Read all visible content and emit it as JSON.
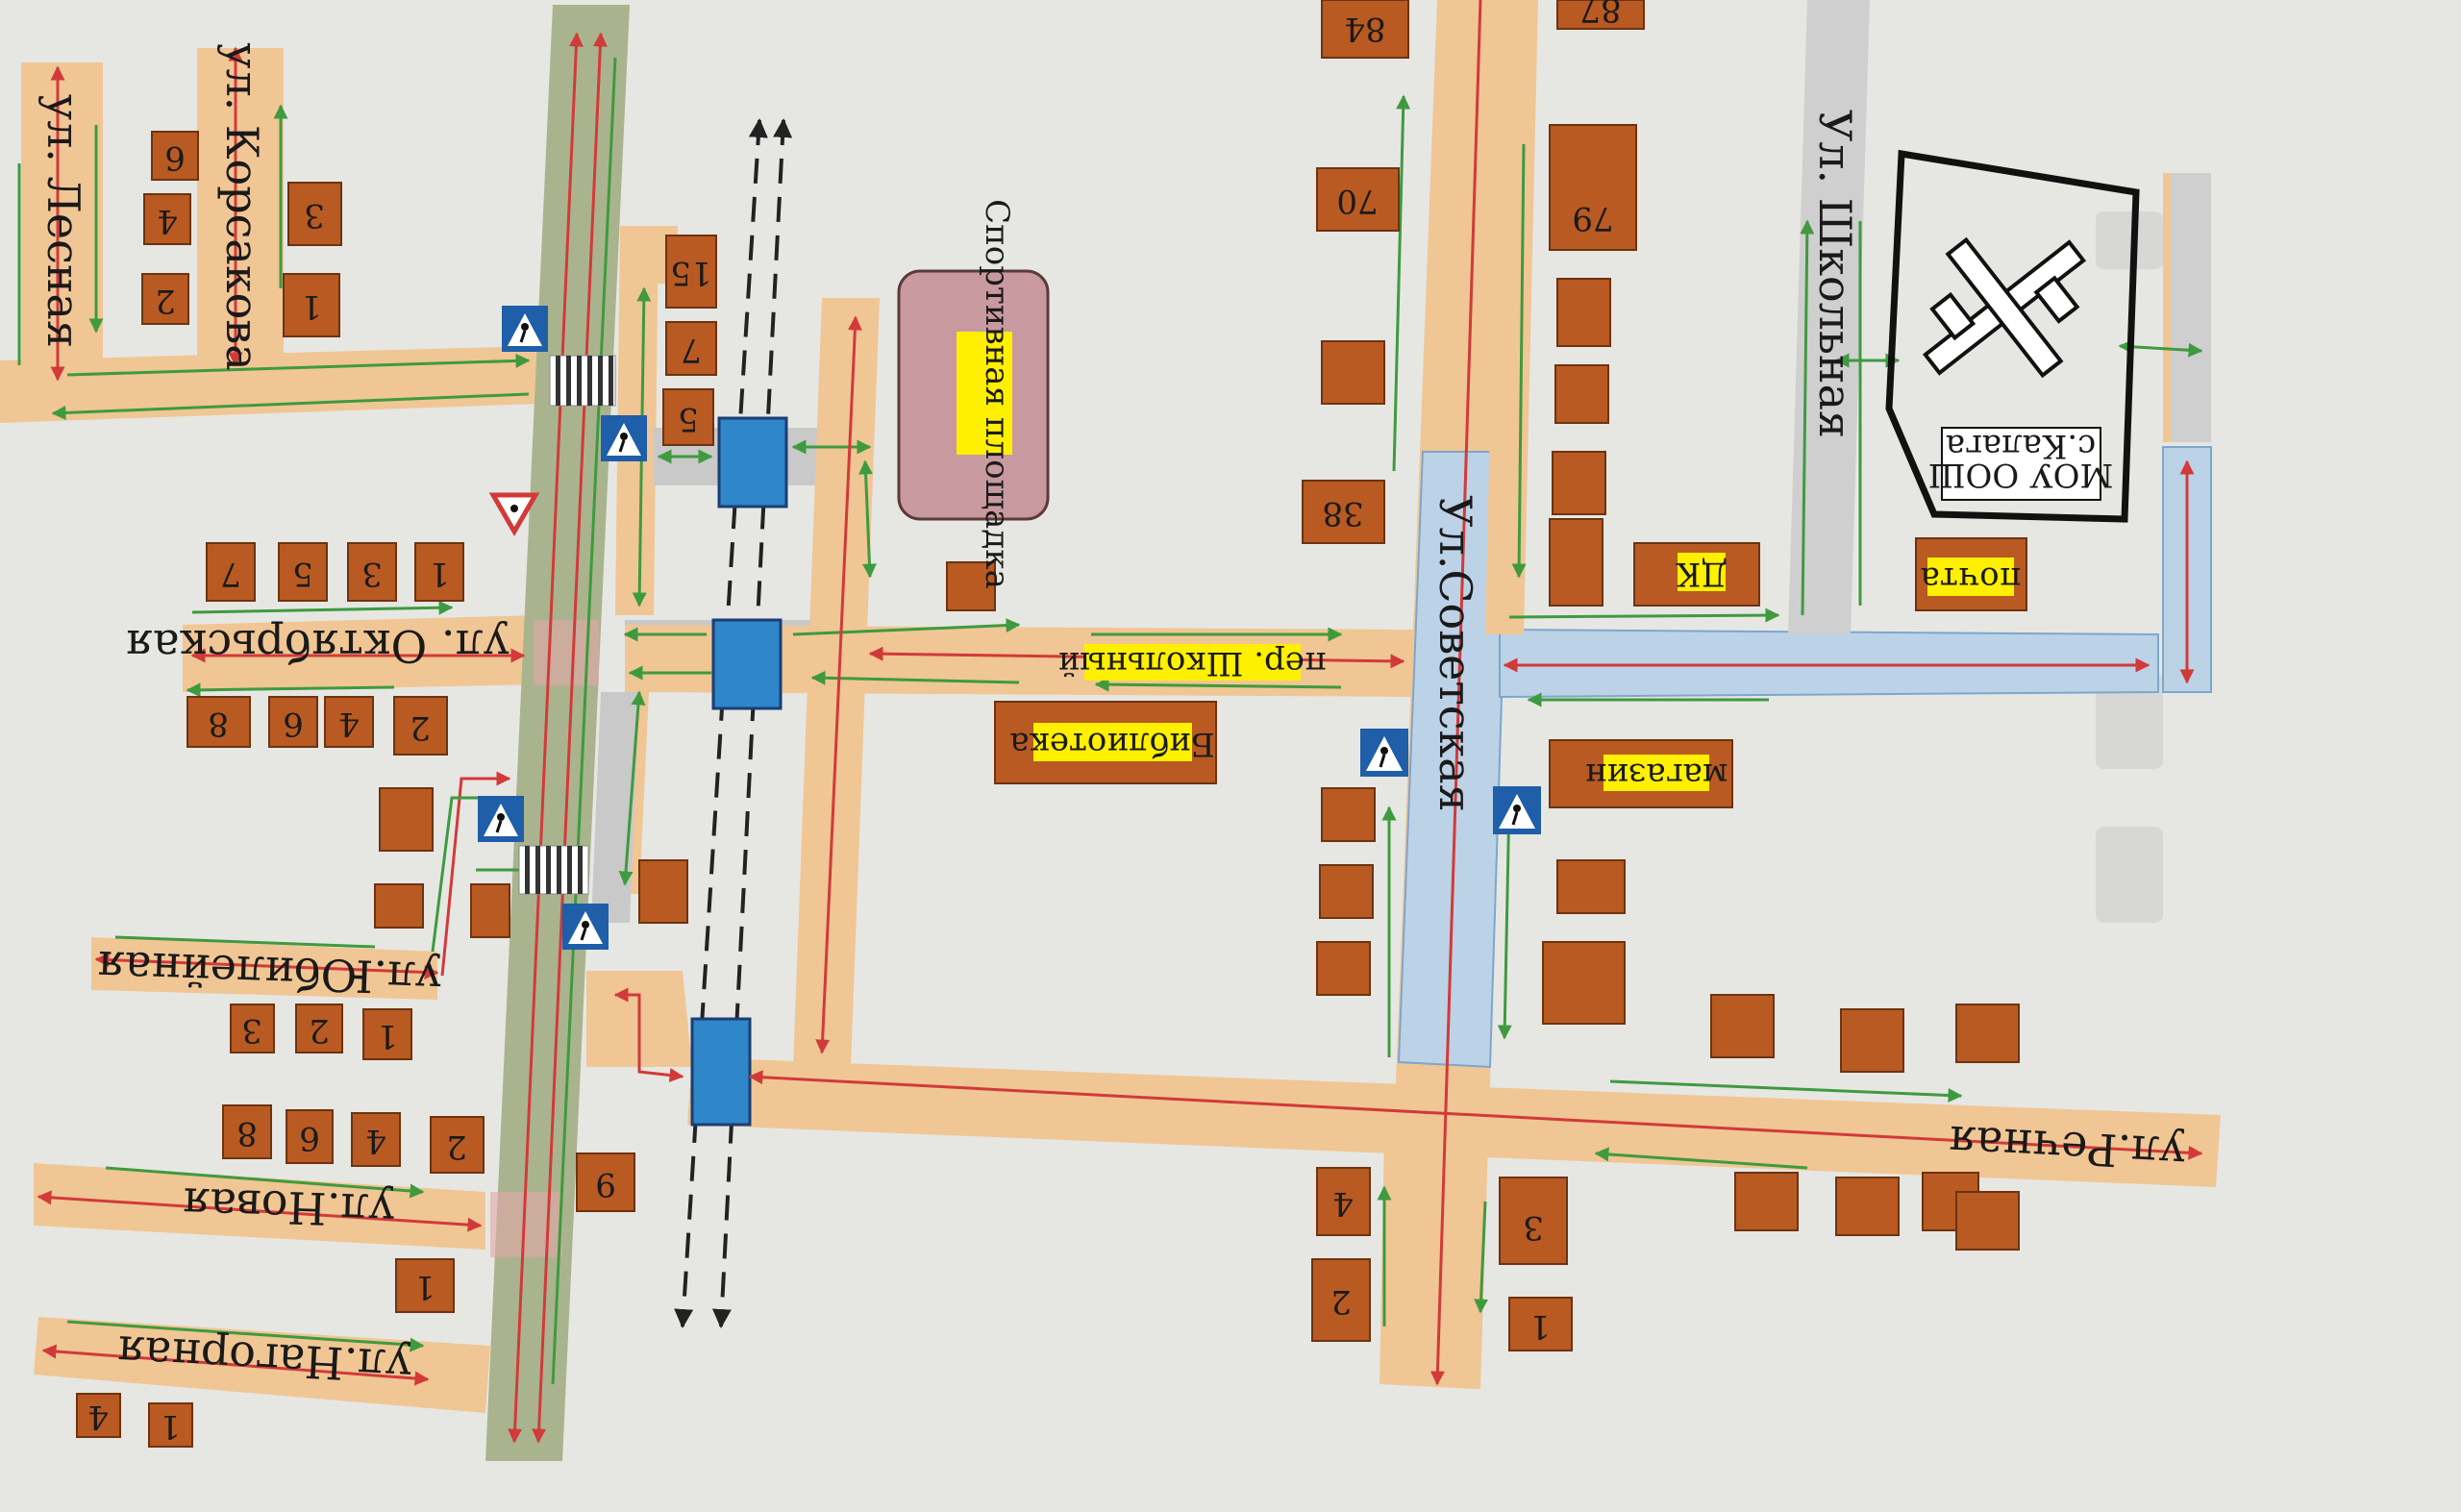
{
  "map": {
    "streets": {
      "lesnaya": "ул. Лесная",
      "korsakova": "ул. Корсакова",
      "oktyabrskaya": "ул. Октябрьская",
      "yubileynaya": "ул.Юбилейная",
      "novaya": "ул.Новая",
      "nagornaya": "ул.Нагорная",
      "sovetskaya": "Ул.Советская",
      "rechnaya": "ул.Речная",
      "shkolnaya": "Ул. Школьная",
      "per_shkolny": "пер. Школьный"
    },
    "facilities": {
      "sport_ground": "Спортивная площадка",
      "library": "Библиотека",
      "shop": "магазин",
      "dk": "ДК",
      "post": "почта",
      "school_line1": "МОУ ООШ",
      "school_line2": "с.Калага"
    },
    "house_numbers": {
      "lesnaya": [
        "6",
        "4",
        "2",
        "3",
        "1"
      ],
      "oktyabrskaya_top": [
        "7",
        "5",
        "3",
        "1"
      ],
      "oktyabrskaya_bottom": [
        "8",
        "6",
        "4",
        "2"
      ],
      "yubileynaya": [
        "3",
        "2",
        "1"
      ],
      "novaya": [
        "8",
        "6",
        "4",
        "2"
      ],
      "nagornaya": [
        "4",
        "1",
        "1",
        "9"
      ],
      "center": [
        "15",
        "7",
        "5"
      ],
      "sovetskaya_west": [
        "84",
        "70",
        "38",
        "4",
        "2"
      ],
      "sovetskaya_east": [
        "87",
        "79",
        "3",
        "1"
      ]
    },
    "colors": {
      "road": "#f0c694",
      "highway": "#a9b48e",
      "blue_road": "#bcd2e6",
      "building": "#b85a22",
      "label_bg": "#ffef00",
      "route_red": "#d23a3a",
      "route_green": "#3f9a3f",
      "sport_ground": "#c89aa0"
    }
  }
}
